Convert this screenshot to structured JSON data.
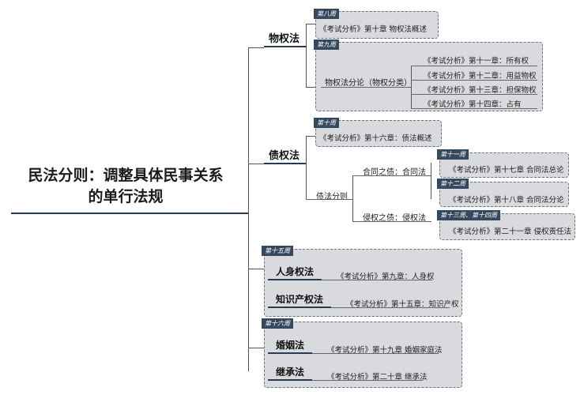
{
  "root": {
    "line1": "民法分则：调整具体民事关系",
    "line2": "的单行法规"
  },
  "property": {
    "label": "物权法",
    "week8": {
      "tag": "第八周",
      "item": "《考试分析》第十章 物权法概述"
    },
    "week9": {
      "tag": "第九周",
      "mid": "物权法分论（物权分类）",
      "items": [
        "《考试分析》第十一章：所有权",
        "《考试分析》第十二章：用益物权",
        "《考试分析》第十三章：担保物权",
        "《考试分析》第十四章：占有"
      ]
    }
  },
  "obligation": {
    "label": "债权法",
    "week10": {
      "tag": "第十周",
      "item": "《考试分析》第十六章：债法概述"
    },
    "sub": "债法分则",
    "contract": {
      "label": "合同之债：合同法",
      "week11": {
        "tag": "第十一周",
        "item": "《考试分析》第十七章 合同法总论"
      },
      "week12": {
        "tag": "第十二周",
        "item": "《考试分析》第十八章 合同法分论"
      }
    },
    "tort": {
      "label": "侵权之债：侵权法",
      "week1314": {
        "tag": "第十三周、第十四周",
        "item": "《考试分析》第二十一章 侵权责任法"
      }
    }
  },
  "week15": {
    "tag": "第十五周",
    "personal": {
      "label": "人身权法",
      "item": "《考试分析》第九章：人身权"
    },
    "ip": {
      "label": "知识产权法",
      "item": "《考试分析》第十五章：知识产权"
    }
  },
  "week16": {
    "tag": "第十六周",
    "marriage": {
      "label": "婚姻法",
      "item": "《考试分析》第十九章 婚姻家庭法"
    },
    "inherit": {
      "label": "继承法",
      "item": "《考试分析》第二十章 继承法"
    }
  }
}
